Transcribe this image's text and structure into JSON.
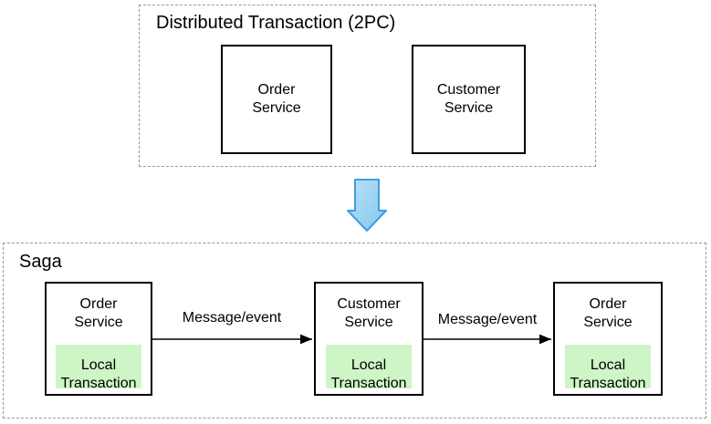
{
  "sections": {
    "two_pc": {
      "title": "Distributed Transaction (2PC)",
      "services": [
        {
          "name": "Order\nService"
        },
        {
          "name": "Customer\nService"
        }
      ]
    },
    "saga": {
      "title": "Saga",
      "services": [
        {
          "name": "Order\nService",
          "inner": "Local\nTransaction"
        },
        {
          "name": "Customer\nService",
          "inner": "Local\nTransaction"
        },
        {
          "name": "Order\nService",
          "inner": "Local\nTransaction"
        }
      ],
      "arrows": [
        {
          "label": "Message/event"
        },
        {
          "label": "Message/event"
        }
      ]
    }
  },
  "icons": {
    "transform_down_arrow": "down-arrow"
  },
  "colors": {
    "canvas_bg": "#ffffff",
    "text": "#000000",
    "box_border": "#000000",
    "container_border": "#999999",
    "local_transaction_fill": "#cdf5c6",
    "transform_arrow_fill_light": "#b9e1f8",
    "transform_arrow_fill_dark": "#85c6ef",
    "transform_arrow_stroke": "#3d9fe0",
    "connector": "#000000"
  }
}
